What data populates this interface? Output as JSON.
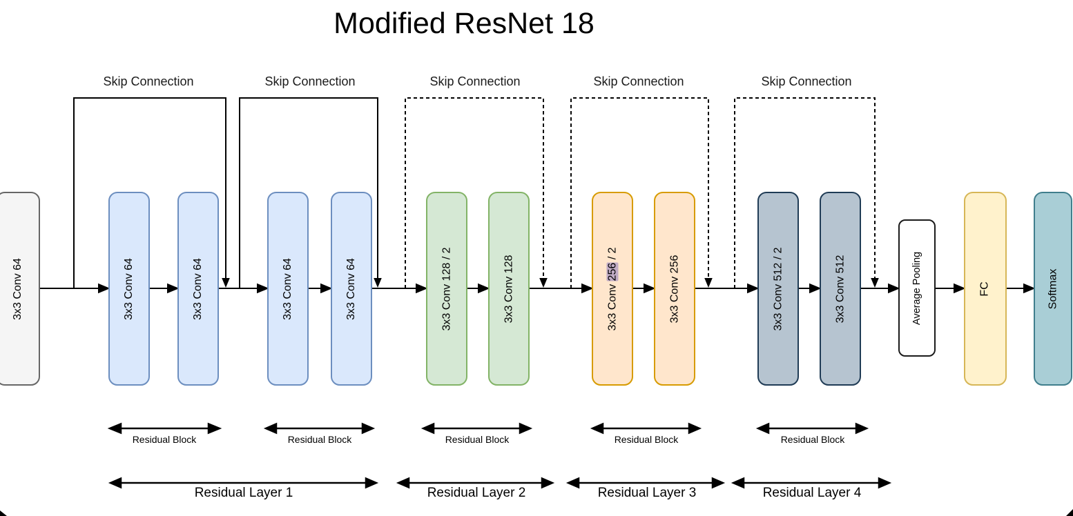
{
  "title": "Modified ResNet 18",
  "blocks": [
    {
      "label": "3x3 Conv 64",
      "palette": "gray"
    },
    {
      "label": "3x3 Conv 64",
      "palette": "blue"
    },
    {
      "label": "3x3 Conv 64",
      "palette": "blue"
    },
    {
      "label": "3x3 Conv 64",
      "palette": "blue"
    },
    {
      "label": "3x3 Conv 64",
      "palette": "blue"
    },
    {
      "label": "3x3 Conv 128 / 2",
      "palette": "green"
    },
    {
      "label": "3x3 Conv 128",
      "palette": "green"
    },
    {
      "label": "3x3 Conv 256 / 2",
      "palette": "orange",
      "label_prefix": "3x3 Conv ",
      "label_highlight": "256",
      "label_suffix": " / 2",
      "highlighted_text": "256"
    },
    {
      "label": "3x3 Conv 256",
      "palette": "orange"
    },
    {
      "label": "3x3 Conv 512 / 2",
      "palette": "slate"
    },
    {
      "label": "3x3 Conv 512",
      "palette": "slate"
    },
    {
      "label": "Average Pooling",
      "palette": "white"
    },
    {
      "label": "FC",
      "palette": "yellow"
    },
    {
      "label": "Softmax",
      "palette": "teal"
    }
  ],
  "skip_connections": [
    {
      "label": "Skip Connection",
      "style": "solid"
    },
    {
      "label": "Skip Connection",
      "style": "solid"
    },
    {
      "label": "Skip Connection",
      "style": "dashed"
    },
    {
      "label": "Skip Connection",
      "style": "dashed"
    },
    {
      "label": "Skip Connection",
      "style": "dashed"
    }
  ],
  "residual_blocks": [
    {
      "label": "Residual Block"
    },
    {
      "label": "Residual Block"
    },
    {
      "label": "Residual Block"
    },
    {
      "label": "Residual Block"
    },
    {
      "label": "Residual Block"
    }
  ],
  "residual_layers": [
    {
      "label": "Residual Layer 1"
    },
    {
      "label": "Residual Layer 2"
    },
    {
      "label": "Residual Layer 3"
    },
    {
      "label": "Residual Layer 4"
    }
  ],
  "colors": {
    "gray_fill": "#f5f5f5",
    "gray_stroke": "#666666",
    "blue_fill": "#dae8fc",
    "blue_stroke": "#6c8ebf",
    "green_fill": "#d5e8d4",
    "green_stroke": "#82b366",
    "orange_fill": "#ffe6cc",
    "orange_stroke": "#d79b00",
    "slate_fill": "#b6c4d0",
    "slate_stroke": "#1f3b55",
    "white_fill": "#ffffff",
    "white_stroke": "#1a1a1a",
    "yellow_fill": "#fff2cc",
    "yellow_stroke": "#d6b656",
    "teal_fill": "#a9ced6",
    "teal_stroke": "#3f7e8c",
    "connector": "#000000",
    "selection_highlight": "rgba(108,92,188,0.42)"
  }
}
